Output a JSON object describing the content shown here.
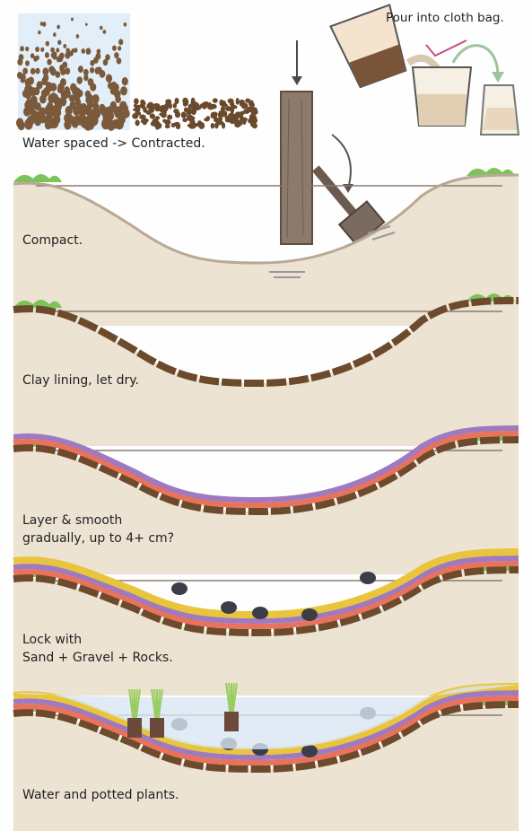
{
  "captions": {
    "pour": "Pour into cloth bag.",
    "spacing": "Water spaced -> Contracted.",
    "step1": "Compact.",
    "step2": "Clay lining, let dry.",
    "step3_line1": "Layer & smooth",
    "step3_line2": "gradually, up to 4+ cm?",
    "step4_line1": "Lock with",
    "step4_line2": "Sand + Gravel + Rocks.",
    "step5": "Water and potted plants."
  },
  "colors": {
    "soil": "#ece3d3",
    "clay": "#6e4a2c",
    "red_layer": "#e8735a",
    "purple_layer": "#9f7ac0",
    "sand": "#e8c53c",
    "rock": "#3c3d48",
    "water": "#d8e6f4",
    "grass": "#7cc35a",
    "wood": "#8c7a6b"
  }
}
